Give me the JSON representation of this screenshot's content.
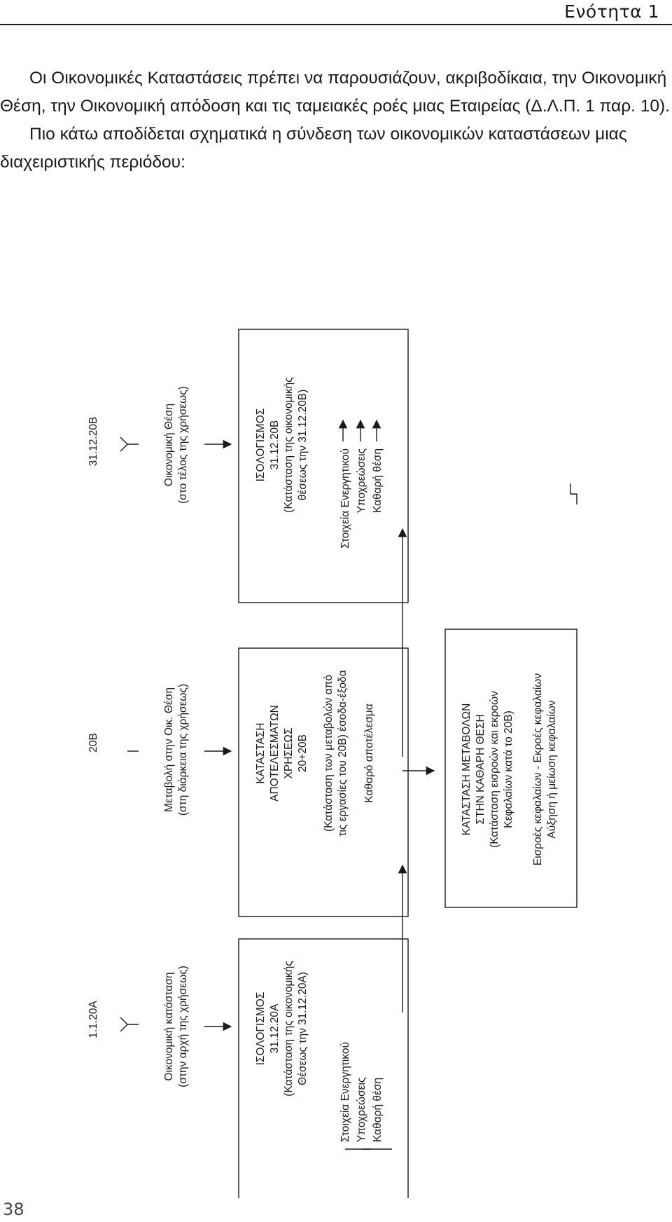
{
  "header": {
    "title": "Ενότητα 1"
  },
  "intro": {
    "p1": "Οι Οικονομικές Καταστάσεις πρέπει να παρουσιάζουν, ακριβοδίκαια, την Οικονομική Θέση, την Οικονομική απόδοση και τις ταμειακές ροές μιας Εταιρείας (Δ.Λ.Π. 1 παρ. 10).",
    "p2": "Πιο κάτω αποδίδεται σχηματικά η σύνδεση των οικονομικών καταστάσεων μιας διαχειριστικής περιόδου:"
  },
  "diagram": {
    "periods": {
      "start": "1.1.20Α",
      "during": "20Β",
      "end": "31.12.20Β"
    },
    "descriptions": {
      "start_l1": "Οικονομική κατάσταση",
      "start_l2": "(στην αρχή της χρήσεως)",
      "during_l1": "Μεταβολή στην Οικ. Θέση",
      "during_l2": "(στη διάρκεια της χρήσεως)",
      "end_l1": "Οικονομική Θέση",
      "end_l2": "(στο τέλος της χρήσεως)"
    },
    "box_opening": {
      "l1": "ΙΣΟΛΟΓΙΣΜΟΣ",
      "l2": "31.12.20Α",
      "l3": "(Κατάσταση της οικονομικής",
      "l4": "Θέσεως την 31.12.20Α)",
      "items": [
        "Στοιχεία Ενεργητικού",
        "Υποχρεώσεις",
        "Καθαρή θέση"
      ]
    },
    "box_income": {
      "l1": "ΚΑΤΑΣΤΑΣΗ",
      "l2": "ΑΠΟΤΕΛΕΣΜΑΤΩΝ",
      "l3": "ΧΡΗΣΕΩΣ",
      "l4": "20+20Β",
      "l5": "(Κατάσταση των μεταβολών από",
      "l6": "τις εργασίες του 20Β) έσοδα-έξοδα",
      "result": "Καθαρό αποτέλεσμα"
    },
    "box_closing": {
      "l1": "ΙΣΟΛΟΓΙΣΜΟΣ",
      "l2": "31.12.20Β",
      "l3": "(Κατάσταση της οικονομικής",
      "l4": "θέσεως την 31.12.20Β)",
      "items": [
        "Στοιχεία Ενεργητικού",
        "Υποχρεώσεις",
        "Καθαρή θέση"
      ]
    },
    "box_equity": {
      "l1": "ΚΑΤΑΣΤΑΣΗ ΜΕΤΑΒΟΛΩΝ",
      "l2": "ΣΤΗΝ ΚΑΘΑΡΗ ΘΕΣΗ",
      "l3": "(Κατάσταση εισροών και εκροών",
      "l4": "Κεφαλαίων κατά το 20Β)",
      "l5": "Εισροές κεφαλαίων - Εκροές κεφαλαίων",
      "l6": "Αύξηση ή μείωση κεφαλαίων"
    }
  },
  "page_number": "38"
}
